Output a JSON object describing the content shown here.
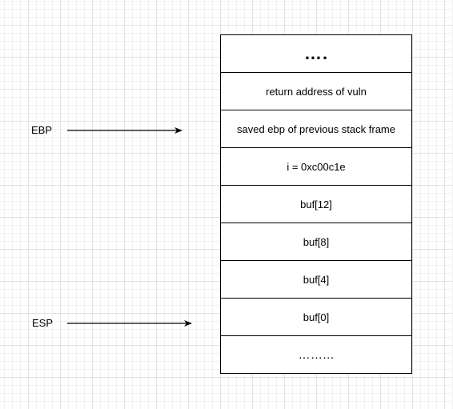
{
  "stack": {
    "cells": [
      "….",
      "return address of vuln",
      "saved ebp of previous stack frame",
      "i = 0xc00c1e",
      "buf[12]",
      "buf[8]",
      "buf[4]",
      "buf[0]",
      "……..."
    ]
  },
  "registers": {
    "ebp_label": "EBP",
    "esp_label": "ESP",
    "ebp_points_to": "saved ebp of previous stack frame",
    "esp_points_to": "buf[0]"
  }
}
